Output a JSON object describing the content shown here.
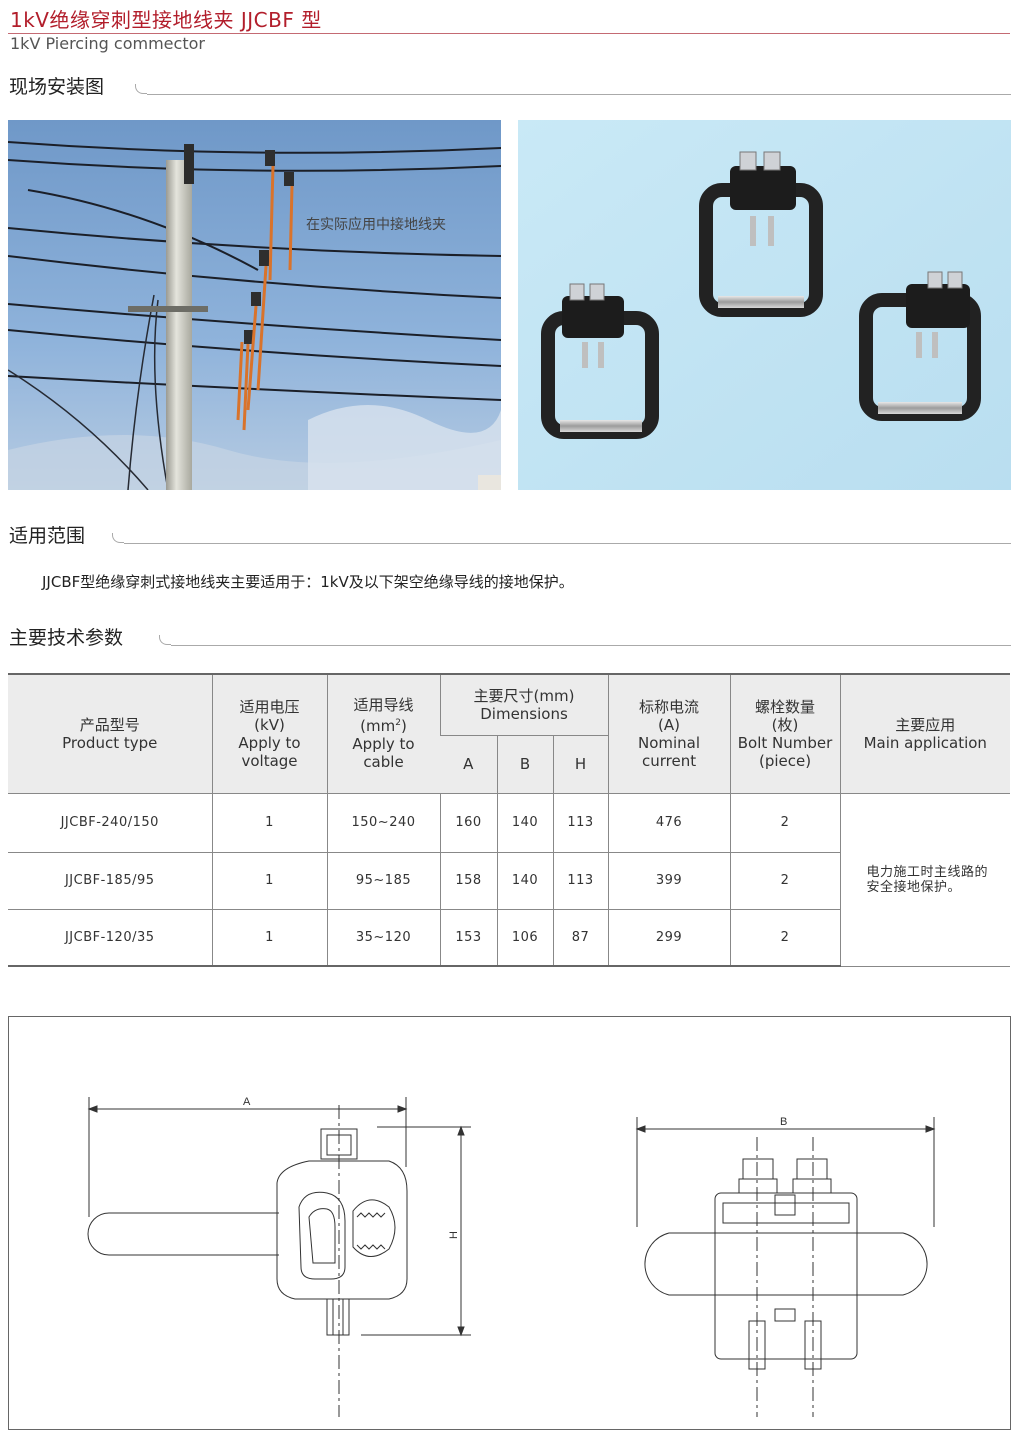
{
  "header": {
    "title": "1kV绝缘穿刺型接地线夹 JJCBF 型",
    "subtitle": "1kV Piercing commector"
  },
  "sections": {
    "install": "现场安装图",
    "scope": "适用范围",
    "params": "主要技术参数"
  },
  "photos": {
    "left_caption": "在实际应用中接地线夹",
    "left_icon": "utility-pole-photo",
    "right_icon": "clamp-product-photo"
  },
  "scope_text": "JJCBF型绝缘穿刺式接地线夹主要适用于：1kV及以下架空绝缘导线的接地保护。",
  "table": {
    "headers": {
      "type_cn": "产品型号",
      "type_en": "Product type",
      "voltage_cn": "适用电压",
      "voltage_unit": "(kV)",
      "voltage_en1": "Apply to",
      "voltage_en2": "voltage",
      "cable_cn": "适用导线",
      "cable_unit": "(mm",
      "cable_sup": "2",
      "cable_unit_close": ")",
      "cable_en1": "Apply to",
      "cable_en2": "cable",
      "dim_cn": "主要尺寸(mm)",
      "dim_en": "Dimensions",
      "dim_a": "A",
      "dim_b": "B",
      "dim_h": "H",
      "current_cn": "标称电流",
      "current_unit": "(A)",
      "current_en1": "Nominal",
      "current_en2": "current",
      "bolt_cn": "螺栓数量",
      "bolt_unit": "(枚)",
      "bolt_en1": "Bolt Number",
      "bolt_en2": "(piece)",
      "app_cn": "主要应用",
      "app_en": "Main application"
    },
    "rows": [
      {
        "type": "JJCBF-240/150",
        "voltage": "1",
        "cable": "150~240",
        "a": "160",
        "b": "140",
        "h": "113",
        "current": "476",
        "bolts": "2"
      },
      {
        "type": "JJCBF-185/95",
        "voltage": "1",
        "cable": "95~185",
        "a": "158",
        "b": "140",
        "h": "113",
        "current": "399",
        "bolts": "2"
      },
      {
        "type": "JJCBF-120/35",
        "voltage": "1",
        "cable": "35~120",
        "a": "153",
        "b": "106",
        "h": "87",
        "current": "299",
        "bolts": "2"
      }
    ],
    "application_line1": "电力施工时主线路的",
    "application_line2": "安全接地保护。"
  },
  "drawing": {
    "label_a": "A",
    "label_h": "H",
    "label_b": "B"
  }
}
